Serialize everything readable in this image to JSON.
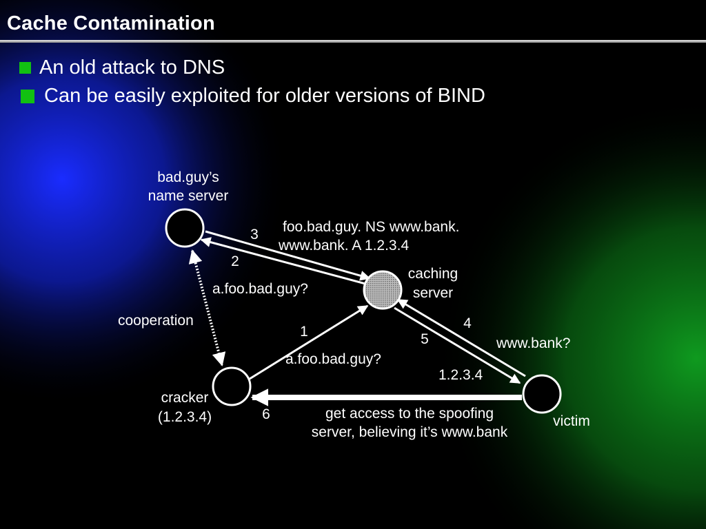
{
  "slide": {
    "title": "Cache Contamination",
    "bullets": [
      "An old attack to DNS",
      "Can be easily exploited for older versions of BIND"
    ]
  },
  "diagram": {
    "nodes": {
      "bad_guy_ns": [
        "bad.guy’s",
        "name server"
      ],
      "caching_server": [
        "caching",
        "server"
      ],
      "cracker": [
        "cracker",
        "(1.2.3.4)"
      ],
      "victim": [
        "victim"
      ]
    },
    "edges": {
      "step1_number": "1",
      "step1_label": "a.foo.bad.guy?",
      "step2_number": "2",
      "step2_label": "a.foo.bad.guy?",
      "step3_number": "3",
      "step3_label": [
        "foo.bad.guy. NS www.bank.",
        "www.bank. A 1.2.3.4"
      ],
      "step4_number": "4",
      "step4_label": "www.bank?",
      "step5_number": "5",
      "step5_label": "1.2.3.4",
      "step6_number": "6",
      "step6_label": [
        "get access to the spoofing",
        "server, believing it’s www.bank"
      ],
      "cooperation_label": "cooperation"
    }
  },
  "colors": {
    "bullet": "#12c012",
    "blue_glow": "#1a2cff",
    "green_glow": "#0f9a1f",
    "caching_fill": "#9a9a9a"
  }
}
